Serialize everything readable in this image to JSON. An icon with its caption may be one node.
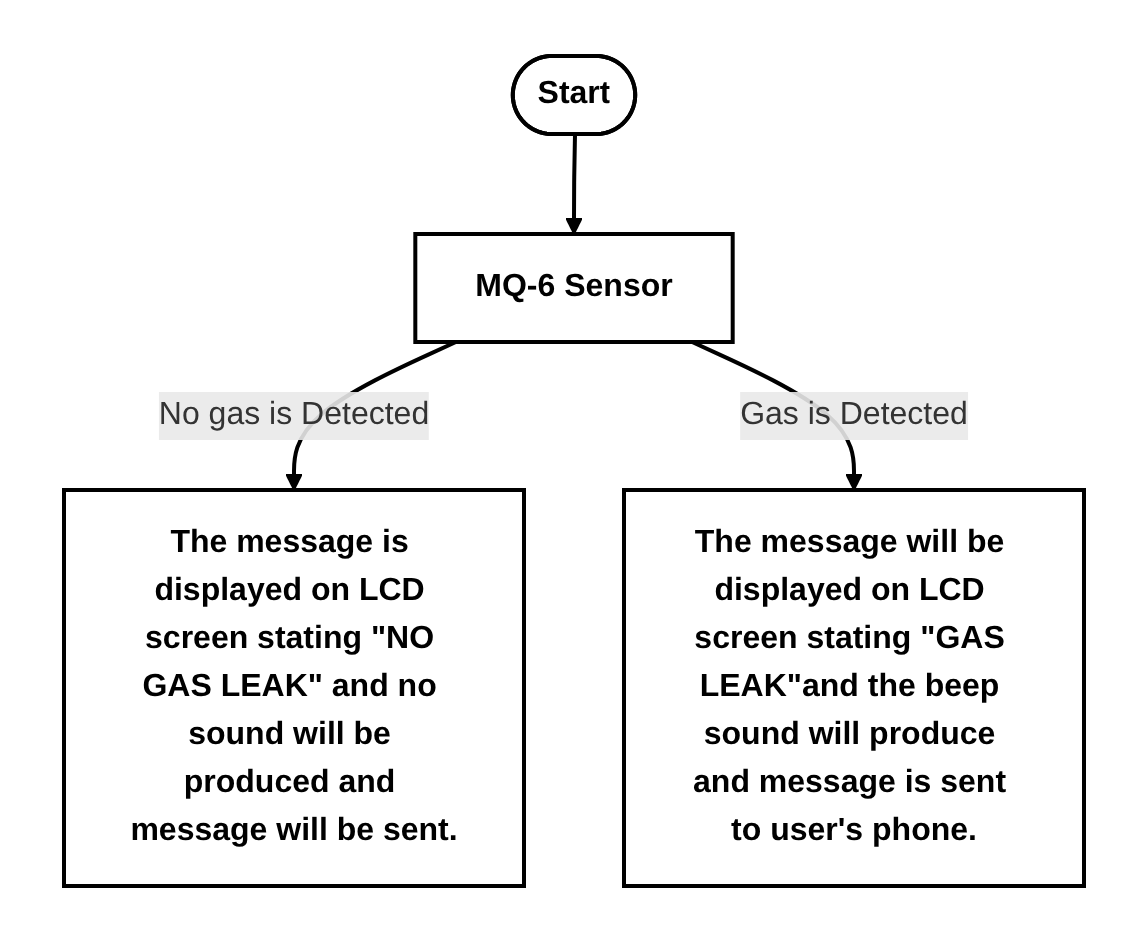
{
  "diagram": {
    "nodes": [
      {
        "text": [
          "Start"
        ]
      },
      {
        "text": [
          "MQ-6 Sensor"
        ]
      },
      {
        "text": [
          "The message is displayed on LCD screen stating \"NO GAS LEAK\" and no sound will be produced and message will be sent."
        ]
      },
      {
        "text": [
          "The message will be displayed on LCD screen stating \"GAS LEAK\"and the beep sound will produce and message is sent to user's phone."
        ]
      }
    ],
    "edges": [
      {
        "from": 0,
        "to": 1,
        "arrow": "to"
      },
      {
        "from": 1,
        "to": 2,
        "arrow": "to",
        "label": "No gas is Detected"
      },
      {
        "from": 1,
        "to": 3,
        "arrow": "to",
        "label": "Gas is Detected"
      }
    ]
  }
}
